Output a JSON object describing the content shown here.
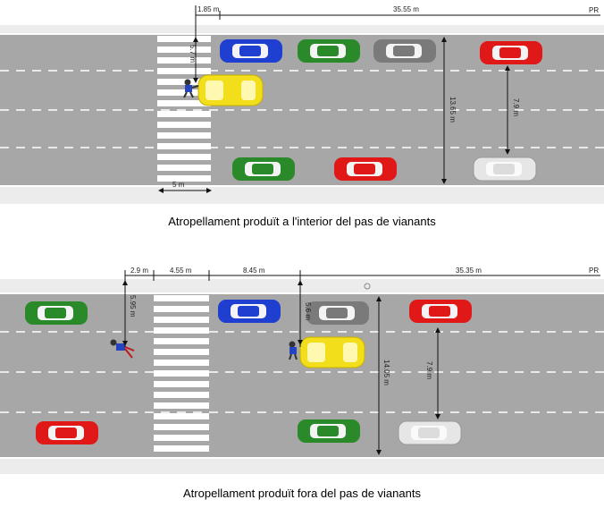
{
  "scenario_1": {
    "caption": "Atropellament produït a l'interior del pas de vianants",
    "road_ref": "PR",
    "dims": {
      "top_left": "1.85 m",
      "top_right": "35.55 m",
      "ped_vertical": "5.7 m",
      "road_width": "13.65 m",
      "right_gap": "7.9 m",
      "crossing_width": "5 m"
    }
  },
  "scenario_2": {
    "caption": "Atropellament produït fora del pas de vianants",
    "road_ref": "PR",
    "dims": {
      "top_a": "2.9 m",
      "top_b": "4.55 m",
      "top_c": "8.45 m",
      "top_d": "35.35 m",
      "ped_vertical": "5.95 m",
      "car_vertical": "5.6 m",
      "road_width": "14.05 m",
      "right_gap": "7.9 m"
    }
  },
  "colors": {
    "road": "#a7a7a7",
    "blue_car": "#1f3fd0",
    "green_car": "#2a8a2a",
    "gray_car": "#7a7a7a",
    "red_car": "#e01818",
    "white_car": "#e6e6e6",
    "yellow_car": "#f2de1a"
  }
}
